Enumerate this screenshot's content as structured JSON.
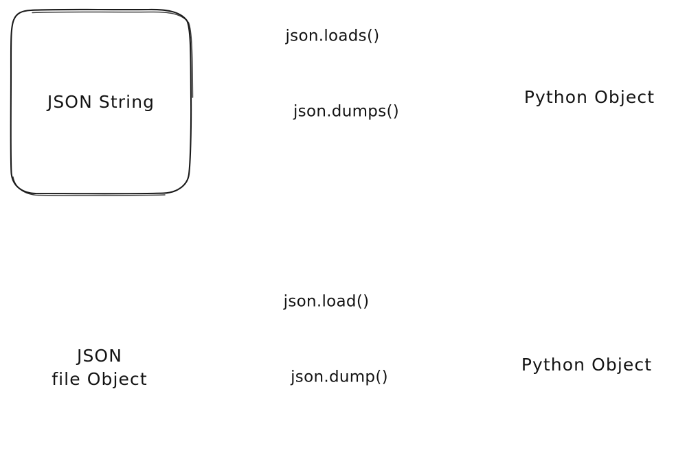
{
  "diagram": {
    "title": "JSON serialization and deserialization in Python",
    "style": "hand-drawn",
    "background_color": "#ffffff",
    "stroke_color": "#1a1a1a",
    "text_color": "#131313",
    "nodes": [
      {
        "id": "json-string",
        "label": "JSON String",
        "label_line1": "JSON String",
        "label_line2": "",
        "shape": "rounded-rectangle"
      },
      {
        "id": "python-object-top",
        "label": "Python Object",
        "label_line1": "Python Object",
        "label_line2": "",
        "shape": "rounded-rectangle"
      },
      {
        "id": "json-file-object",
        "label": "JSON file Object",
        "label_line1": "JSON",
        "label_line2": "file Object",
        "shape": "rounded-rectangle"
      },
      {
        "id": "python-object-bottom",
        "label": "Python Object",
        "label_line1": "Python Object",
        "label_line2": "",
        "shape": "rounded-rectangle"
      }
    ],
    "edges": [
      {
        "id": "loads",
        "label": "json.loads()",
        "from": "json-string",
        "to": "python-object-top",
        "direction": "right"
      },
      {
        "id": "dumps",
        "label": "json.dumps()",
        "from": "python-object-top",
        "to": "json-string",
        "direction": "left"
      },
      {
        "id": "load",
        "label": "json.load()",
        "from": "json-file-object",
        "to": "python-object-bottom",
        "direction": "right"
      },
      {
        "id": "dump",
        "label": "json.dump()",
        "from": "python-object-bottom",
        "to": "json-file-object",
        "direction": "left"
      }
    ]
  }
}
